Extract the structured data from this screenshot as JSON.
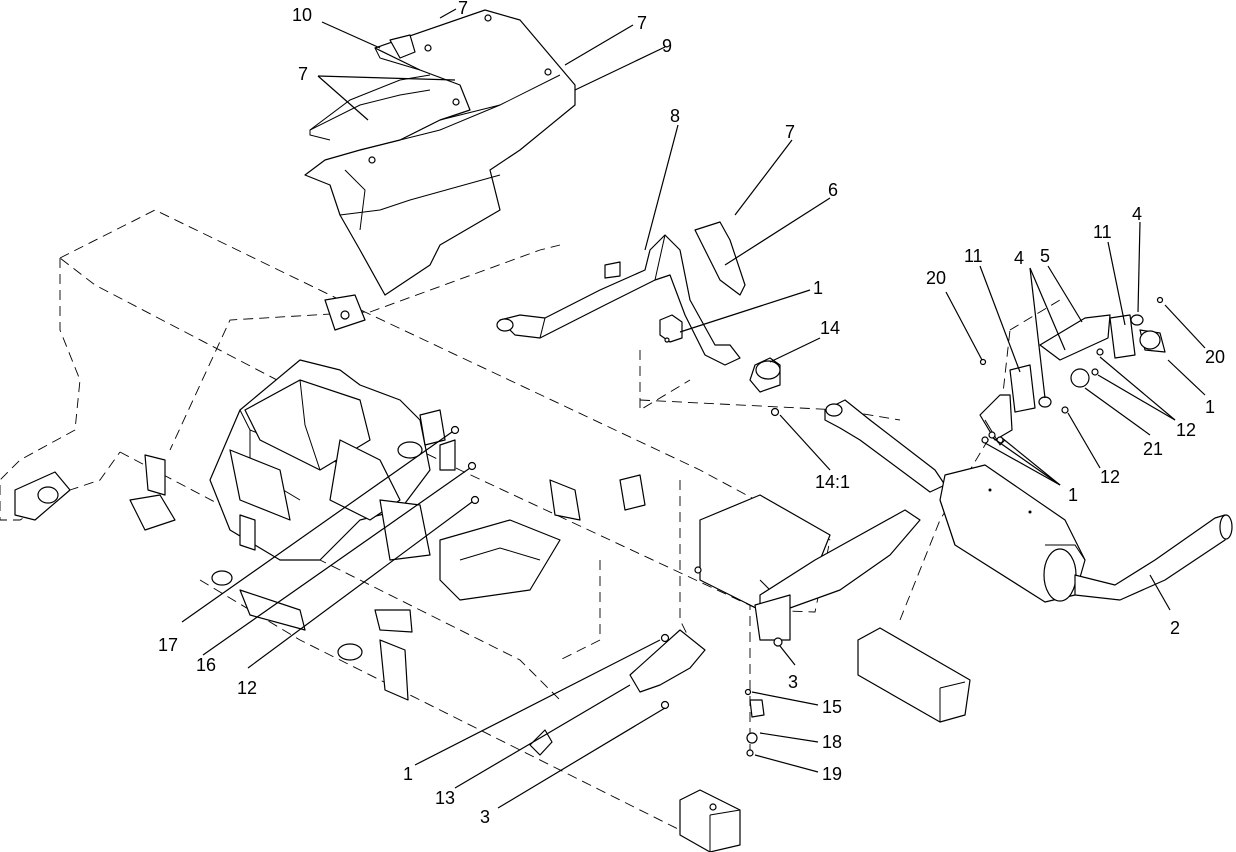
{
  "diagram": {
    "type": "exploded parts diagram",
    "callouts": [
      "10",
      "7",
      "7",
      "9",
      "7",
      "8",
      "7",
      "6",
      "1",
      "14",
      "14:1",
      "20",
      "11",
      "4",
      "5",
      "11",
      "4",
      "20",
      "1",
      "12",
      "21",
      "12",
      "1",
      "2",
      "17",
      "16",
      "12",
      "3",
      "15",
      "18",
      "19",
      "1",
      "13",
      "3"
    ]
  }
}
